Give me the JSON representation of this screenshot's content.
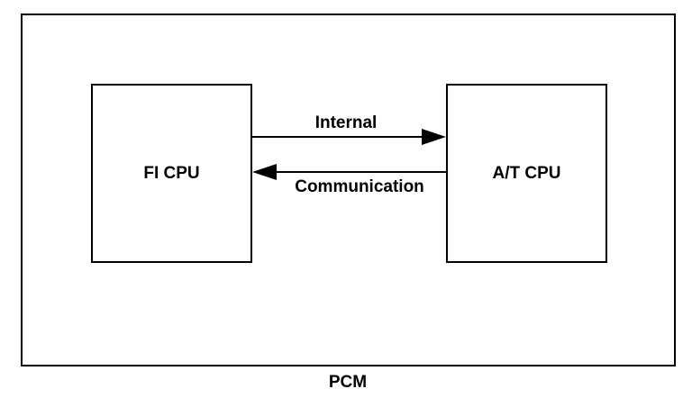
{
  "diagram": {
    "container_label": "PCM",
    "nodes": [
      {
        "id": "fi",
        "label": "FI CPU"
      },
      {
        "id": "at",
        "label": "A/T CPU"
      }
    ],
    "edges": [
      {
        "from": "fi",
        "to": "at",
        "label": "Internal"
      },
      {
        "from": "at",
        "to": "fi",
        "label": "Communication"
      }
    ],
    "colors": {
      "stroke": "#000000",
      "background": "#ffffff"
    }
  }
}
